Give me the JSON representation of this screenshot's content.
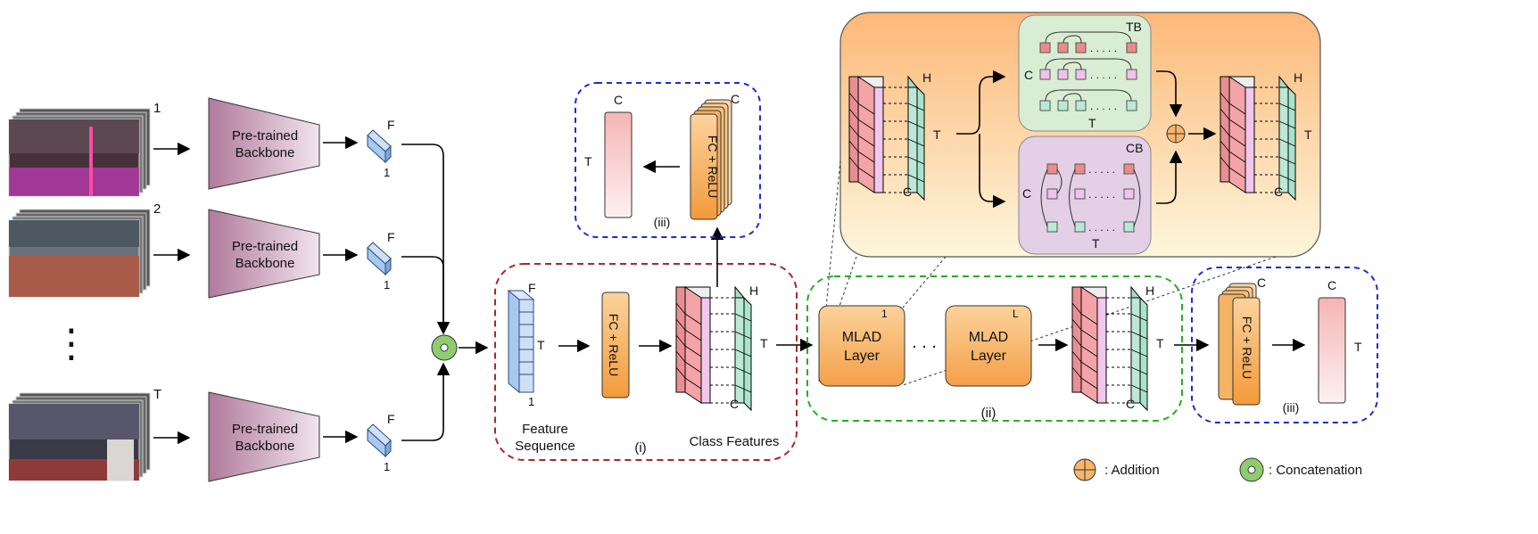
{
  "frames": [
    {
      "index": "1",
      "colors": [
        "#3d2a33",
        "#b03aa6",
        "#5a4a52",
        "#c9b2b8"
      ]
    },
    {
      "index": "2",
      "colors": [
        "#56606b",
        "#a65a48",
        "#8c5b4e",
        "#6d7580"
      ]
    },
    {
      "index": "T",
      "colors": [
        "#3b3a46",
        "#8f3a3a",
        "#5e5a66",
        "#c7c2bf"
      ]
    }
  ],
  "vdots": "⋮",
  "backbone_label_line1": "Pre-trained",
  "backbone_label_line2": "Backbone",
  "feat_top": "F",
  "feat_bottom": "1",
  "stage_i": {
    "label": "(i)",
    "feature_sequence_line1": "Feature",
    "feature_sequence_line2": "Sequence",
    "class_features": "Class Features",
    "seq_F": "F",
    "seq_T": "T",
    "seq_1": "1",
    "fc": "FC + ReLU",
    "cls_H": "H",
    "cls_T": "T",
    "cls_C": "C"
  },
  "stage_iii_top": {
    "label": "(iii)",
    "fc": "FC + ReLU",
    "C1": "C",
    "C2": "C",
    "T": "T"
  },
  "stage_ii": {
    "label": "(ii)",
    "mlad1_line1": "MLAD",
    "mlad1_line2": "Layer",
    "mlad1_index": "1",
    "mlad2_line1": "MLAD",
    "mlad2_line2": "Layer",
    "mlad2_index": "L",
    "dots": ". . .",
    "H": "H",
    "T": "T",
    "C": "C"
  },
  "stage_iii_right": {
    "label": "(iii)",
    "fc": "FC + ReLU",
    "C1": "C",
    "C2": "C",
    "T": "T"
  },
  "detail": {
    "tb": "TB",
    "cb": "CB",
    "in_H": "H",
    "in_T": "T",
    "in_C": "C",
    "out_H": "H",
    "out_T": "T",
    "out_C": "C",
    "tb_C": "C",
    "tb_T": "T",
    "cb_C": "C",
    "cb_T": "T",
    "tb_dots": ". . . . .",
    "cb_dots": ". . . . ."
  },
  "legend": {
    "addition": ": Addition",
    "concatenation": ": Concatenation"
  },
  "colors": {
    "backbone": "#c99bb5",
    "feature_blue": "#a9c8ee",
    "fc_orange": "#f9b46a",
    "red_dash": "#a52a2a",
    "green_dash": "#22b022",
    "blue_dash": "#1c2bd6",
    "tb_bg": "#d9edd4",
    "cb_bg": "#e3cfe6",
    "detail_bg": "#fcc98a",
    "concat_green": "#8fcc70",
    "class_pink": "#f4b8bd",
    "class_red": "#e58a8c",
    "class_green": "#b9ead6"
  }
}
